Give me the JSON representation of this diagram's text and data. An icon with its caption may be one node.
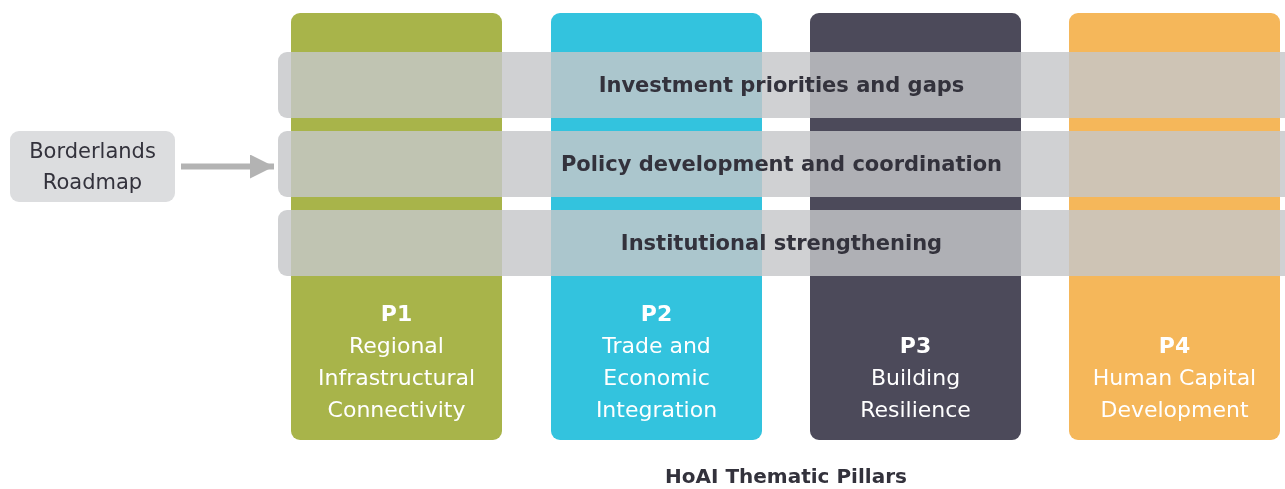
{
  "diagram": {
    "caption": "HoAI Thematic Pillars",
    "nodes": [
      {
        "text": [
          "Borderlands Roadmap"
        ]
      },
      {
        "text": [
          "P1",
          "Regional Infrastructural Connectivity"
        ]
      },
      {
        "text": [
          "P2",
          "Trade and Economic Integration"
        ]
      },
      {
        "text": [
          "P3",
          "Building Resilience"
        ]
      },
      {
        "text": [
          "P4",
          "Human Capital Development"
        ]
      },
      {
        "text": [
          "Investment priorities and gaps"
        ]
      },
      {
        "text": [
          "Policy development and coordination"
        ]
      },
      {
        "text": [
          "Institutional strengthening"
        ]
      }
    ],
    "edges": [
      {
        "from": 0,
        "to": 6,
        "arrow": "to"
      }
    ]
  }
}
